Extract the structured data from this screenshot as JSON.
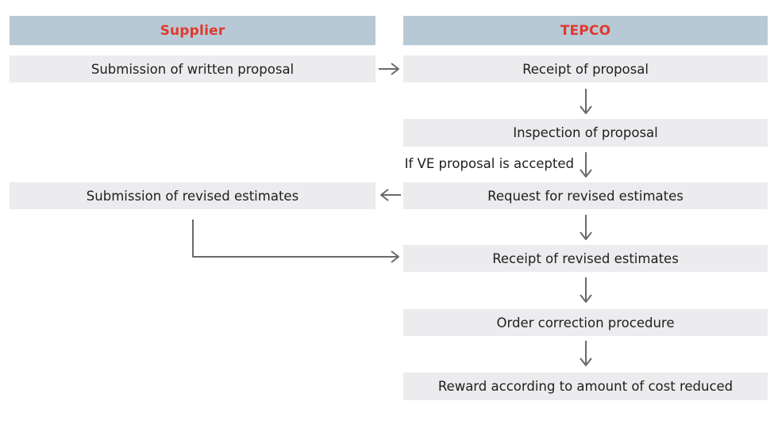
{
  "colors": {
    "header_bg": "#b7c9d5",
    "header_text": "#e0392e",
    "box_bg": "#ececee",
    "box_text": "#1e1e1e",
    "arrow": "#6a6a6a"
  },
  "columns": {
    "supplier": {
      "header": "Supplier"
    },
    "tepco": {
      "header": "TEPCO"
    }
  },
  "supplier": {
    "boxes": [
      {
        "label": "Submission of written proposal"
      },
      {
        "label": "Submission of revised estimates"
      }
    ]
  },
  "tepco": {
    "boxes": [
      {
        "label": "Receipt of proposal"
      },
      {
        "label": "Inspection of proposal"
      },
      {
        "label": "Request for revised estimates"
      },
      {
        "label": "Receipt of revised estimates"
      },
      {
        "label": "Order correction procedure"
      },
      {
        "label": "Reward according to amount of cost reduced"
      }
    ]
  },
  "annotations": {
    "ve_accepted": "If VE proposal is accepted"
  }
}
